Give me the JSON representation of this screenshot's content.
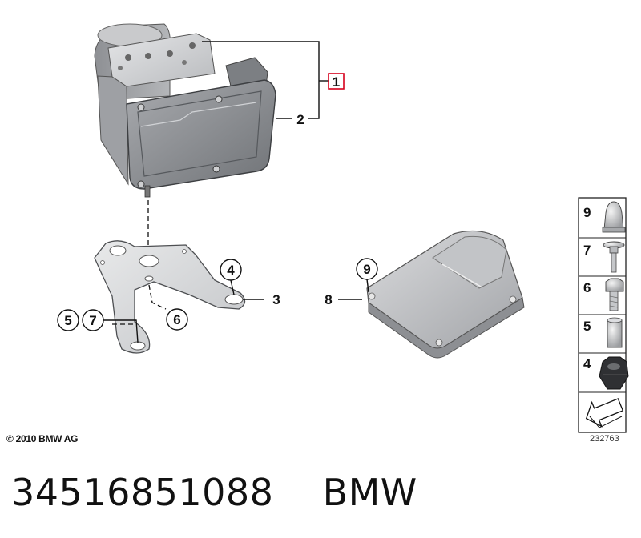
{
  "callouts": {
    "c1": "1",
    "c2": "2",
    "c3": "3",
    "c4": "4",
    "c5": "5",
    "c6": "6",
    "c7": "7",
    "c8": "8",
    "c9": "9"
  },
  "legend": {
    "items": [
      {
        "num": "9",
        "icon": "cap-nut-icon"
      },
      {
        "num": "7",
        "icon": "screw-icon"
      },
      {
        "num": "6",
        "icon": "hex-bolt-icon"
      },
      {
        "num": "5",
        "icon": "bushing-icon"
      },
      {
        "num": "4",
        "icon": "grommet-icon"
      }
    ],
    "arrow_icon": "direction-arrow-icon"
  },
  "copyright": "© 2010 BMW AG",
  "diagram_id": "232763",
  "footer": {
    "part_number": "34516851088",
    "brand": "BMW"
  },
  "colors": {
    "callout_box": "#d6001c",
    "metal_light": "#cfd0d2",
    "metal_dark": "#8d8f93",
    "legend_border": "#222222"
  }
}
